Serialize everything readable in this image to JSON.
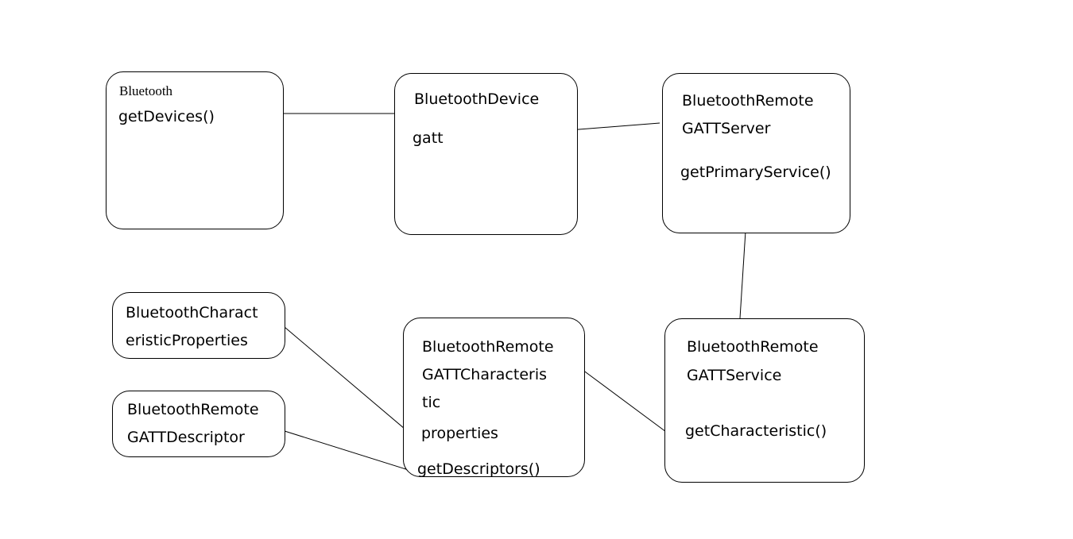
{
  "bluetooth": {
    "title": "Bluetooth",
    "method": "getDevices()"
  },
  "bluetooth_device": {
    "title": "BluetoothDevice",
    "attribute": "gatt"
  },
  "remote_gatt_server": {
    "title_line1": "BluetoothRemote",
    "title_line2": "GATTServer",
    "method": "getPrimaryService()"
  },
  "characteristic_properties": {
    "title_line1": "BluetoothCharact",
    "title_line2": "eristicProperties"
  },
  "remote_gatt_descriptor": {
    "title_line1": "BluetoothRemote",
    "title_line2": "GATTDescriptor"
  },
  "remote_gatt_characteristic": {
    "title_line1": "BluetoothRemote",
    "title_line2": "GATTCharacteris",
    "title_line3": "tic",
    "attribute": "properties",
    "method": "getDescriptors()"
  },
  "remote_gatt_service": {
    "title_line1": "BluetoothRemote",
    "title_line2": "GATTService",
    "method": "getCharacteristic()"
  }
}
